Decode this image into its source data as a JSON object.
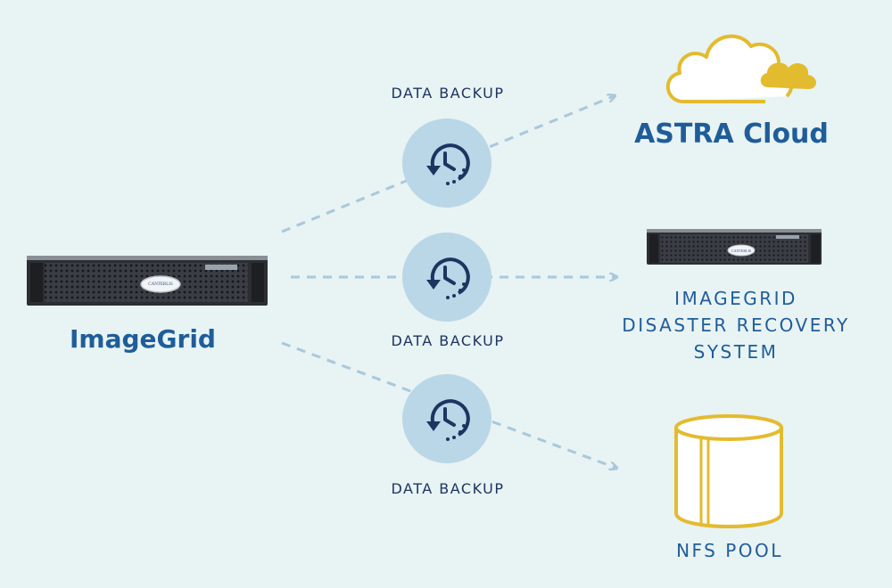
{
  "source": {
    "label": "ImageGrid",
    "device_badge": "CANTERLIS"
  },
  "backups": [
    {
      "label": "DATA BACKUP"
    },
    {
      "label": "DATA BACKUP"
    },
    {
      "label": "DATA BACKUP"
    }
  ],
  "targets": {
    "cloud": {
      "label": "ASTRA Cloud"
    },
    "dr": {
      "lines": [
        "IMAGEGRID",
        "DISASTER RECOVERY",
        "SYSTEM"
      ],
      "device_badge": "CANTERLIS"
    },
    "nfs": {
      "label": "NFS POOL"
    }
  },
  "colors": {
    "background": "#e8f3f4",
    "label_blue": "#1f5d99",
    "dark_navy": "#1e3460",
    "circle_fill": "#b9d7e7",
    "arrow": "#a9c8db",
    "gold": "#e3bb2f"
  },
  "icons": [
    "server-icon",
    "history-clock-icon",
    "cloud-icon",
    "database-cylinder-icon"
  ]
}
